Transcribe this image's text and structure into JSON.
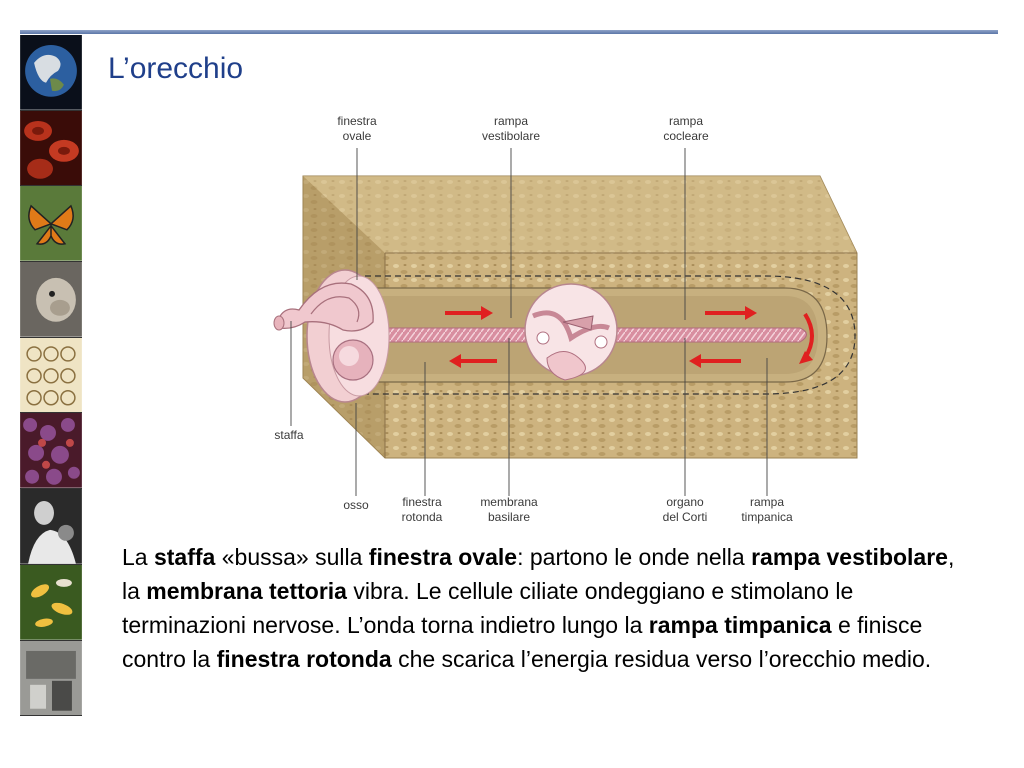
{
  "slide": {
    "title": "L’orecchio"
  },
  "figure": {
    "labels": {
      "finestra_ovale": [
        "finestra",
        "ovale"
      ],
      "rampa_vestibolare": [
        "rampa",
        "vestibolare"
      ],
      "rampa_cocleare": [
        "rampa",
        "cocleare"
      ],
      "staffa": "staffa",
      "osso": "osso",
      "finestra_rotonda": [
        "finestra",
        "rotonda"
      ],
      "membrana_basilare": [
        "membrana",
        "basilare"
      ],
      "organo_del_corti": [
        "organo",
        "del Corti"
      ],
      "rampa_timpanica": [
        "rampa",
        "timpanica"
      ]
    },
    "colors": {
      "bone": "#cbb27e",
      "tube": "#e8c8c8",
      "membrane": "#d99aa8",
      "arrow": "#e02020"
    }
  },
  "caption": {
    "t1": "La ",
    "b1": "staffa",
    "t2": " «bussa» sulla ",
    "b2": "finestra ovale",
    "t3": ": partono le onde nella ",
    "b3": "rampa vestibolare",
    "t4": ", la ",
    "b4": "membrana tettoria",
    "t5": " vibra. Le cellule ciliate ondeggiano e stimolano le terminazioni nervose. L’onda torna indietro lungo la ",
    "b5": "rampa timpanica",
    "t6": " e finisce contro la ",
    "b6": "finestra rotonda",
    "t7": " che scarica l’energia residua verso l’orecchio medio."
  },
  "sidebar": {
    "tiles": [
      "earth-photo",
      "red-blood-cells-photo",
      "butterfly-photo",
      "chimpanzee-photo",
      "embryo-drawings",
      "cells-micrograph",
      "scientist-photo",
      "flowers-photo",
      "laboratory-photo"
    ]
  }
}
